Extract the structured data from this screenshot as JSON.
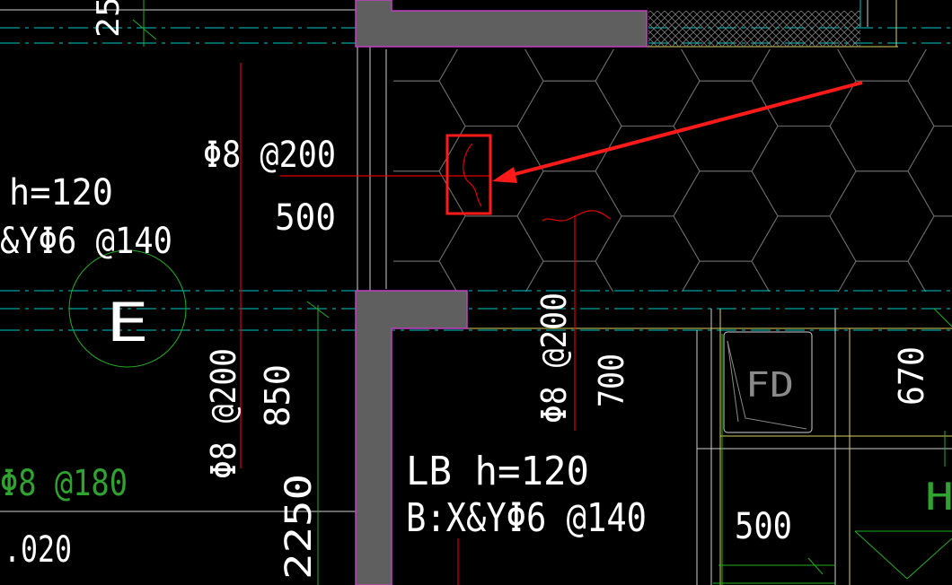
{
  "colors": {
    "background": "#000000",
    "wall_fill": "#5f5f5f",
    "wall_outline": "#c040c0",
    "axis_line": "#00c8c8",
    "rebar_red": "#e00000",
    "dimension_green": "#20b020",
    "yellow_line": "#d8d060",
    "white_line": "#cfcfcf",
    "hex_pattern": "#6a6a6a",
    "annotation_arrow": "#ff1a1a"
  },
  "drawing": {
    "dim_top_25": "25",
    "rebar_left_label": "Φ8 @200",
    "rebar_left_len": "500",
    "slab_left_h": "h=120",
    "slab_left_bars": "&YΦ6 @140",
    "axis_marker": "E",
    "rebar_vert_left_label": "Φ8 @200",
    "rebar_vert_left_len": "850",
    "dim_left_2250": "2250",
    "green_rebar_label": "Φ8 @180",
    "elevation_label": ".020",
    "rebar_vert_mid_label": "Φ8 @200",
    "rebar_vert_mid_len": "700",
    "slab_main_label": "LB   h=120",
    "slab_main_bars": "B:X&YΦ6 @140",
    "fd_label": "FD",
    "dim_right_670": "670",
    "dim_right_500": "500",
    "partial_right_label": "H"
  },
  "annotation": {
    "arrow_icon": "red-arrow-icon",
    "highlight_box_icon": "red-highlight-box-icon"
  }
}
